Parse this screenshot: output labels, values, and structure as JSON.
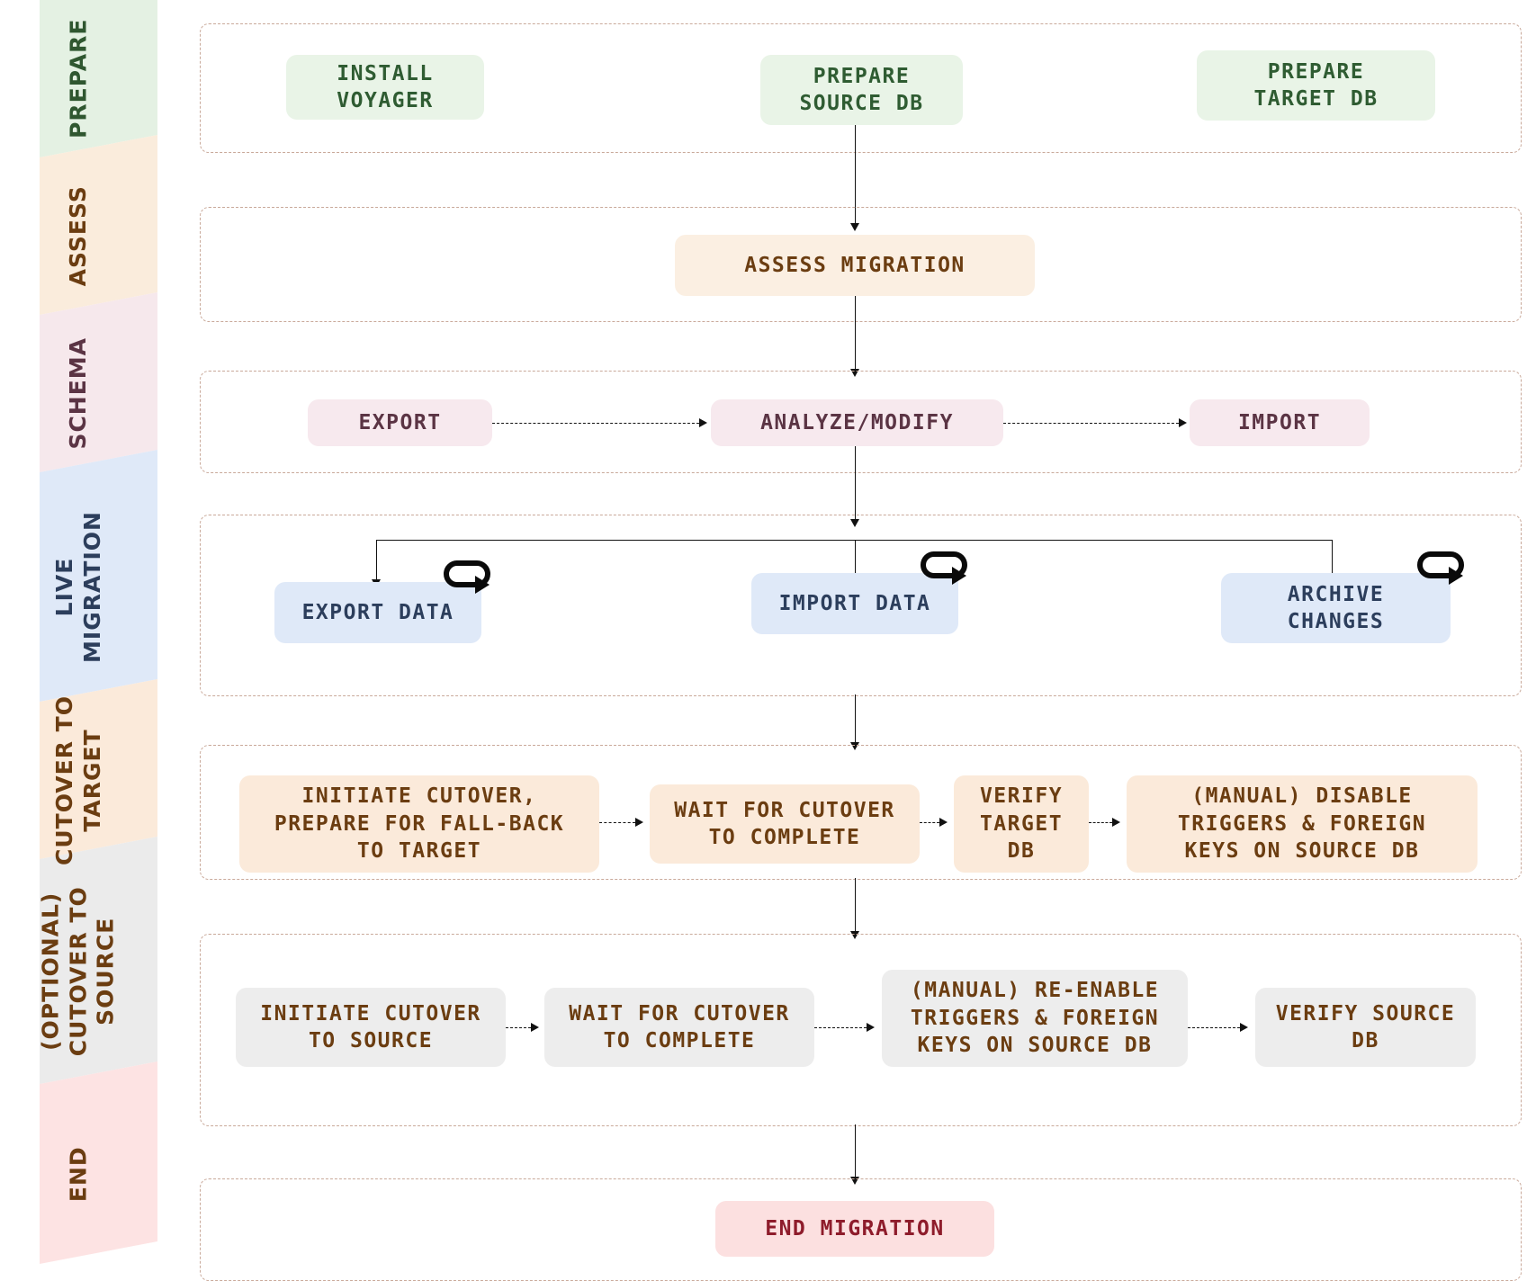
{
  "diagram": {
    "title": "Database migration workflow",
    "stages": [
      {
        "id": "prepare",
        "label": "PREPARE",
        "band_color": "#e4f1e3",
        "text_color": "#2f5730"
      },
      {
        "id": "assess",
        "label": "ASSESS",
        "band_color": "#faecdc",
        "text_color": "#6b3d11"
      },
      {
        "id": "schema",
        "label": "SCHEMA",
        "band_color": "#f6e8ec",
        "text_color": "#5b3444"
      },
      {
        "id": "live-migration",
        "label": "LIVE\nMIGRATION",
        "band_color": "#dfe9f8",
        "text_color": "#2c3e5c"
      },
      {
        "id": "cutover-target",
        "label": "CUTOVER TO\nTARGET",
        "band_color": "#fbeada",
        "text_color": "#6b3d11"
      },
      {
        "id": "cutover-source",
        "label": "(OPTIONAL)\nCUTOVER TO\nSOURCE",
        "band_color": "#ebebeb",
        "text_color": "#6b3d11"
      },
      {
        "id": "end",
        "label": "END",
        "band_color": "#fde3e3",
        "text_color": "#6b3d11"
      }
    ],
    "lanes": [
      {
        "id": "prepare",
        "nodes": [
          {
            "id": "install-voyager",
            "label": "INSTALL\nVOYAGER",
            "bg": "#e9f4e7",
            "fg": "#2f5c32"
          },
          {
            "id": "prepare-source-db",
            "label": "PREPARE\nSOURCE DB",
            "bg": "#e9f4e7",
            "fg": "#2f5c32"
          },
          {
            "id": "prepare-target-db",
            "label": "PREPARE\nTARGET DB",
            "bg": "#e9f4e7",
            "fg": "#2f5c32"
          }
        ]
      },
      {
        "id": "assess",
        "nodes": [
          {
            "id": "assess-migration",
            "label": "ASSESS MIGRATION",
            "bg": "#fbefe2",
            "fg": "#6b3d11"
          }
        ]
      },
      {
        "id": "schema",
        "nodes": [
          {
            "id": "schema-export",
            "label": "EXPORT",
            "bg": "#f7e9ee",
            "fg": "#5b3444"
          },
          {
            "id": "schema-analyze-modify",
            "label": "ANALYZE/MODIFY",
            "bg": "#f7e9ee",
            "fg": "#5b3444"
          },
          {
            "id": "schema-import",
            "label": "IMPORT",
            "bg": "#f7e9ee",
            "fg": "#5b3444"
          }
        ]
      },
      {
        "id": "live-migration",
        "nodes": [
          {
            "id": "export-data",
            "label": "EXPORT DATA",
            "bg": "#dfe9f8",
            "fg": "#2c3e5c",
            "self_loop": true
          },
          {
            "id": "import-data",
            "label": "IMPORT DATA",
            "bg": "#dfe9f8",
            "fg": "#2c3e5c",
            "self_loop": true
          },
          {
            "id": "archive-changes",
            "label": "ARCHIVE\nCHANGES",
            "bg": "#dfe9f8",
            "fg": "#2c3e5c",
            "self_loop": true
          }
        ]
      },
      {
        "id": "cutover-target",
        "nodes": [
          {
            "id": "initiate-cutover-target",
            "label": "INITIATE CUTOVER,\nPREPARE FOR FALL-BACK\nTO TARGET",
            "bg": "#fbeada",
            "fg": "#6b3d11"
          },
          {
            "id": "wait-for-cutover-target",
            "label": "WAIT FOR CUTOVER\nTO COMPLETE",
            "bg": "#fbeada",
            "fg": "#6b3d11"
          },
          {
            "id": "verify-target-db",
            "label": "VERIFY\nTARGET\nDB",
            "bg": "#fbeada",
            "fg": "#6b3d11"
          },
          {
            "id": "disable-triggers-source",
            "label": "(MANUAL) DISABLE\nTRIGGERS & FOREIGN\nKEYS ON SOURCE DB",
            "bg": "#fbeada",
            "fg": "#6b3d11"
          }
        ]
      },
      {
        "id": "cutover-source",
        "nodes": [
          {
            "id": "initiate-cutover-source",
            "label": "INITIATE CUTOVER\nTO SOURCE",
            "bg": "#ededed",
            "fg": "#6b3d11"
          },
          {
            "id": "wait-for-cutover-source",
            "label": "WAIT FOR CUTOVER\nTO COMPLETE",
            "bg": "#ededed",
            "fg": "#6b3d11"
          },
          {
            "id": "reenable-triggers-source",
            "label": "(MANUAL) RE-ENABLE\nTRIGGERS & FOREIGN\nKEYS ON SOURCE DB",
            "bg": "#ededed",
            "fg": "#6b3d11"
          },
          {
            "id": "verify-source-db",
            "label": "VERIFY SOURCE\nDB",
            "bg": "#ededed",
            "fg": "#6b3d11"
          }
        ]
      },
      {
        "id": "end",
        "nodes": [
          {
            "id": "end-migration",
            "label": "END MIGRATION",
            "bg": "#fce0e0",
            "fg": "#8e1c2b"
          }
        ]
      }
    ],
    "icons": {
      "self_loop": "self-loop-icon"
    },
    "colors": {
      "lane_border": "#c9a99a",
      "connector": "#111111",
      "background": "#ffffff"
    }
  }
}
